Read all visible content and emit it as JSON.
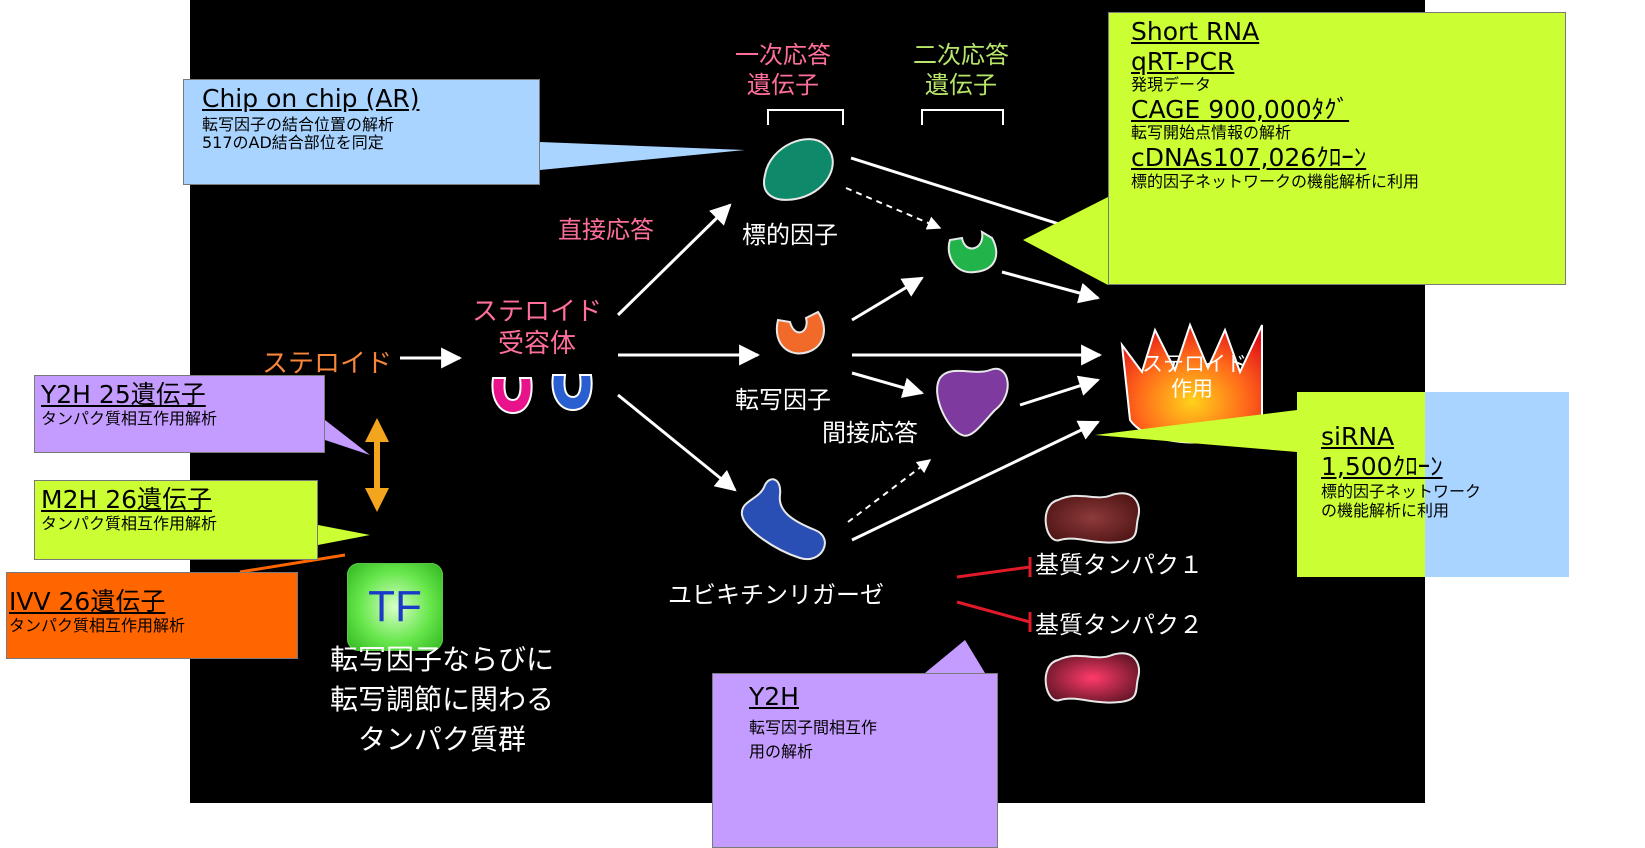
{
  "colors": {
    "background": "#000000",
    "steroid_orange": "#f7863a",
    "pink_text": "#ff6f9a",
    "green_text": "#b7e66a",
    "callout_blue": "#a8d4ff",
    "callout_lime": "#ccff33",
    "callout_purple": "#c49cff",
    "callout_orange": "#ff6600"
  },
  "header_groups": {
    "primary": [
      "一次応答",
      "遺伝子"
    ],
    "secondary": [
      "二次応答",
      "遺伝子"
    ]
  },
  "nodes": {
    "steroid": "ステロイド",
    "receptor": [
      "ステロイド",
      "受容体"
    ],
    "direct_response": "直接応答",
    "target_factor": "標的因子",
    "transcription_factor": "転写因子",
    "indirect_response": "間接応答",
    "ubiquitin_ligase": "ユビキチンリガーゼ",
    "substrate1": "基質タンパク１",
    "substrate2": "基質タンパク２",
    "steroid_action": [
      "ステロイド",
      "作用"
    ],
    "tf_label": "TF",
    "tf_caption": [
      "転写因子ならびに",
      "転写調節に関わる",
      "タンパク質群"
    ]
  },
  "callouts": {
    "chip": {
      "title": "Chip on chip (AR)",
      "lines": [
        "転写因子の結合位置の解析",
        "517のAD結合部位を同定"
      ]
    },
    "short_rna": {
      "lines": [
        {
          "text": "Short RNA",
          "kind": "h"
        },
        {
          "text": "qRT-PCR",
          "kind": "h"
        },
        {
          "text": "発現データ",
          "kind": "s"
        },
        {
          "text": "CAGE 900,000ﾀｸﾞ",
          "kind": "h"
        },
        {
          "text": "転写開始点情報の解析",
          "kind": "s"
        },
        {
          "text": "cDNAs107,026ｸﾛｰﾝ",
          "kind": "h"
        },
        {
          "text": "標的因子ネットワークの機能解析に利用",
          "kind": "s"
        }
      ]
    },
    "y2h_25": {
      "title": "Y2H 25遺伝子",
      "sub": "タンパク質相互作用解析"
    },
    "m2h_26": {
      "title": "M2H 26遺伝子",
      "sub": "タンパク質相互作用解析"
    },
    "ivv_26": {
      "title": "IVV 26遺伝子",
      "sub": "タンパク質相互作用解析"
    },
    "sirna": {
      "title": "siRNA",
      "title2": "1,500ｸﾛｰﾝ",
      "lines": [
        "標的因子ネットワーク",
        "の機能解析に利用"
      ]
    },
    "y2h_bottom": {
      "title": "Y2H",
      "lines": [
        "転写因子間相互作",
        "用の解析"
      ]
    }
  }
}
